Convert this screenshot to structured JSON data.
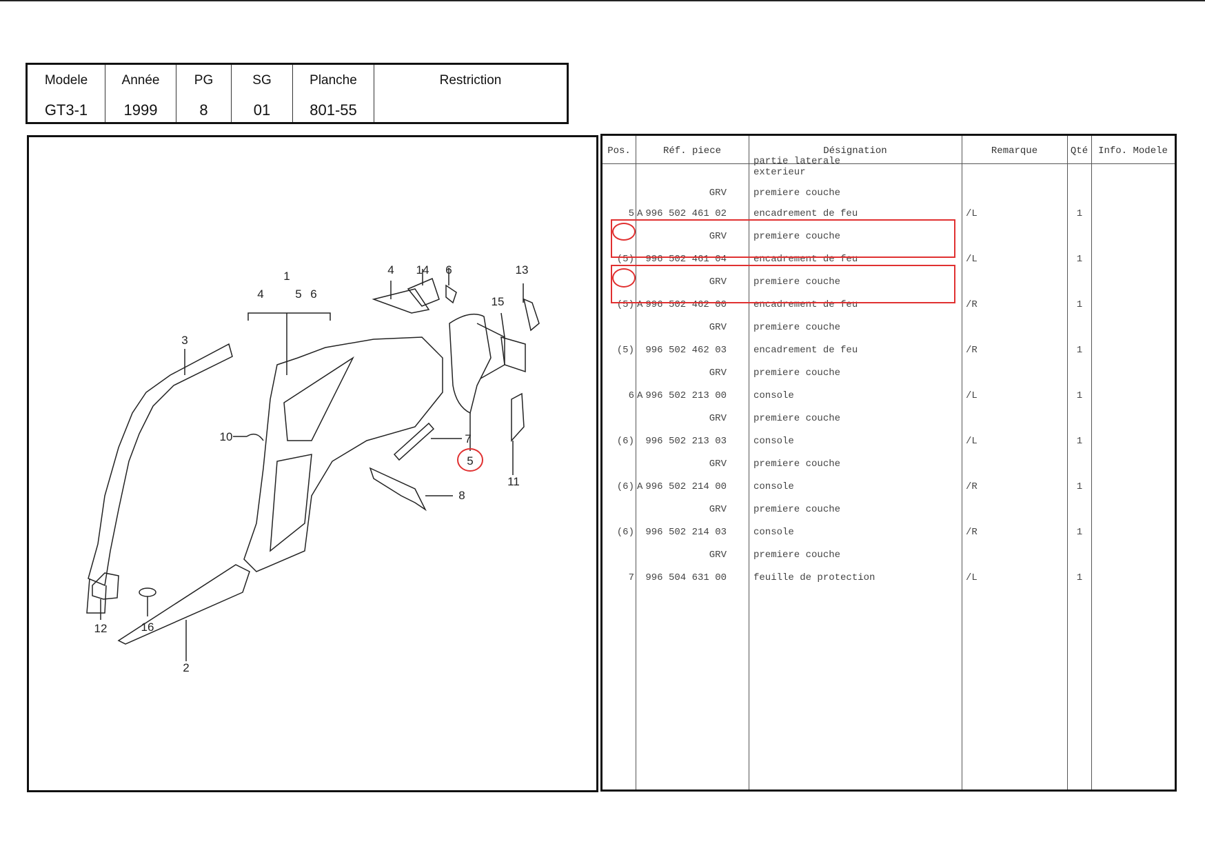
{
  "header": {
    "columns": [
      {
        "label": "Modele",
        "value": "GT3-1"
      },
      {
        "label": "Année",
        "value": "1999"
      },
      {
        "label": "PG",
        "value": "8"
      },
      {
        "label": "SG",
        "value": "01"
      },
      {
        "label": "Planche",
        "value": "801-55"
      },
      {
        "label": "Restriction",
        "value": ""
      }
    ]
  },
  "diagram": {
    "callouts": {
      "c1": "1",
      "c2": "2",
      "c3": "3",
      "c4": "4",
      "c5": "5",
      "c6": "6",
      "c7": "7",
      "c8": "8",
      "c10": "10",
      "c11": "11",
      "c12": "12",
      "c13": "13",
      "c14": "14",
      "c15": "15",
      "c16": "16",
      "group4": "4",
      "group5": "5",
      "group6": "6"
    }
  },
  "parts_table": {
    "headers": {
      "pos": "Pos.",
      "ref": "Réf. piece",
      "designation": "Désignation",
      "remarque": "Remarque",
      "qte": "Qté",
      "info": "Info. Modele"
    },
    "rows": [
      {
        "pos": "",
        "a": "",
        "ref": "",
        "designation": "partie laterale",
        "remarque": "",
        "qte": ""
      },
      {
        "pos": "",
        "a": "",
        "ref": "",
        "designation": "exterieur",
        "remarque": "",
        "qte": ""
      },
      {
        "pos": "",
        "a": "",
        "ref": "GRV",
        "designation": "premiere couche",
        "remarque": "",
        "qte": ""
      },
      {
        "pos": "5",
        "a": "A",
        "ref": "996 502 461 02",
        "designation": "encadrement de feu",
        "remarque": "/L",
        "qte": "1"
      },
      {
        "pos": "",
        "a": "",
        "ref": "GRV",
        "designation": "premiere couche",
        "remarque": "",
        "qte": ""
      },
      {
        "pos": "(5)",
        "a": "",
        "ref": "996 502 461 04",
        "designation": "encadrement de feu",
        "remarque": "/L",
        "qte": "1"
      },
      {
        "pos": "",
        "a": "",
        "ref": "GRV",
        "designation": "premiere couche",
        "remarque": "",
        "qte": ""
      },
      {
        "pos": "(5)",
        "a": "A",
        "ref": "996 502 462 00",
        "designation": "encadrement de feu",
        "remarque": "/R",
        "qte": "1"
      },
      {
        "pos": "",
        "a": "",
        "ref": "GRV",
        "designation": "premiere couche",
        "remarque": "",
        "qte": ""
      },
      {
        "pos": "(5)",
        "a": "",
        "ref": "996 502 462 03",
        "designation": "encadrement de feu",
        "remarque": "/R",
        "qte": "1"
      },
      {
        "pos": "",
        "a": "",
        "ref": "GRV",
        "designation": "premiere couche",
        "remarque": "",
        "qte": ""
      },
      {
        "pos": "6",
        "a": "A",
        "ref": "996 502 213 00",
        "designation": "console",
        "remarque": "/L",
        "qte": "1"
      },
      {
        "pos": "",
        "a": "",
        "ref": "GRV",
        "designation": "premiere couche",
        "remarque": "",
        "qte": ""
      },
      {
        "pos": "(6)",
        "a": "",
        "ref": "996 502 213 03",
        "designation": "console",
        "remarque": "/L",
        "qte": "1"
      },
      {
        "pos": "",
        "a": "",
        "ref": "GRV",
        "designation": "premiere couche",
        "remarque": "",
        "qte": ""
      },
      {
        "pos": "(6)",
        "a": "A",
        "ref": "996 502 214 00",
        "designation": "console",
        "remarque": "/R",
        "qte": "1"
      },
      {
        "pos": "",
        "a": "",
        "ref": "GRV",
        "designation": "premiere couche",
        "remarque": "",
        "qte": ""
      },
      {
        "pos": "(6)",
        "a": "",
        "ref": "996 502 214 03",
        "designation": "console",
        "remarque": "/R",
        "qte": "1"
      },
      {
        "pos": "",
        "a": "",
        "ref": "GRV",
        "designation": "premiere couche",
        "remarque": "",
        "qte": ""
      },
      {
        "pos": "7",
        "a": "",
        "ref": "996 504 631 00",
        "designation": "feuille de protection",
        "remarque": "/L",
        "qte": "1"
      }
    ]
  },
  "colors": {
    "annotation": "#e03030",
    "ink": "#111111"
  }
}
